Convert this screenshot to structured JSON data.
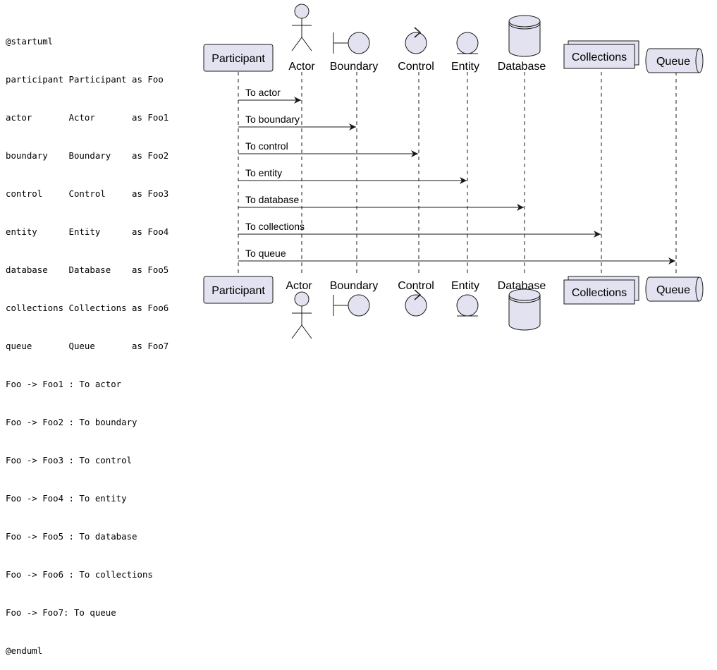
{
  "source_code": {
    "lines": [
      "@startuml",
      "participant Participant as Foo",
      "actor       Actor       as Foo1",
      "boundary    Boundary    as Foo2",
      "control     Control     as Foo3",
      "entity      Entity      as Foo4",
      "database    Database    as Foo5",
      "collections Collections as Foo6",
      "queue       Queue       as Foo7",
      "Foo -> Foo1 : To actor",
      "Foo -> Foo2 : To boundary",
      "Foo -> Foo3 : To control",
      "Foo -> Foo4 : To entity",
      "Foo -> Foo5 : To database",
      "Foo -> Foo6 : To collections",
      "Foo -> Foo7: To queue",
      "@enduml"
    ]
  },
  "diagram": {
    "colors": {
      "fill": "#e2e2f0",
      "stroke": "#181818",
      "lifeline": "#181818"
    },
    "participants": [
      {
        "id": "Foo",
        "type": "participant",
        "label": "Participant",
        "icon": "participant-box"
      },
      {
        "id": "Foo1",
        "type": "actor",
        "label": "Actor",
        "icon": "actor-stick-figure-icon"
      },
      {
        "id": "Foo2",
        "type": "boundary",
        "label": "Boundary",
        "icon": "boundary-icon"
      },
      {
        "id": "Foo3",
        "type": "control",
        "label": "Control",
        "icon": "control-icon"
      },
      {
        "id": "Foo4",
        "type": "entity",
        "label": "Entity",
        "icon": "entity-icon"
      },
      {
        "id": "Foo5",
        "type": "database",
        "label": "Database",
        "icon": "database-icon"
      },
      {
        "id": "Foo6",
        "type": "collections",
        "label": "Collections",
        "icon": "collections-icon"
      },
      {
        "id": "Foo7",
        "type": "queue",
        "label": "Queue",
        "icon": "queue-icon"
      }
    ],
    "messages": [
      {
        "from": "Foo",
        "to": "Foo1",
        "label": "To actor"
      },
      {
        "from": "Foo",
        "to": "Foo2",
        "label": "To boundary"
      },
      {
        "from": "Foo",
        "to": "Foo3",
        "label": "To control"
      },
      {
        "from": "Foo",
        "to": "Foo4",
        "label": "To entity"
      },
      {
        "from": "Foo",
        "to": "Foo5",
        "label": "To database"
      },
      {
        "from": "Foo",
        "to": "Foo6",
        "label": "To collections"
      },
      {
        "from": "Foo",
        "to": "Foo7",
        "label": "To queue"
      }
    ]
  }
}
